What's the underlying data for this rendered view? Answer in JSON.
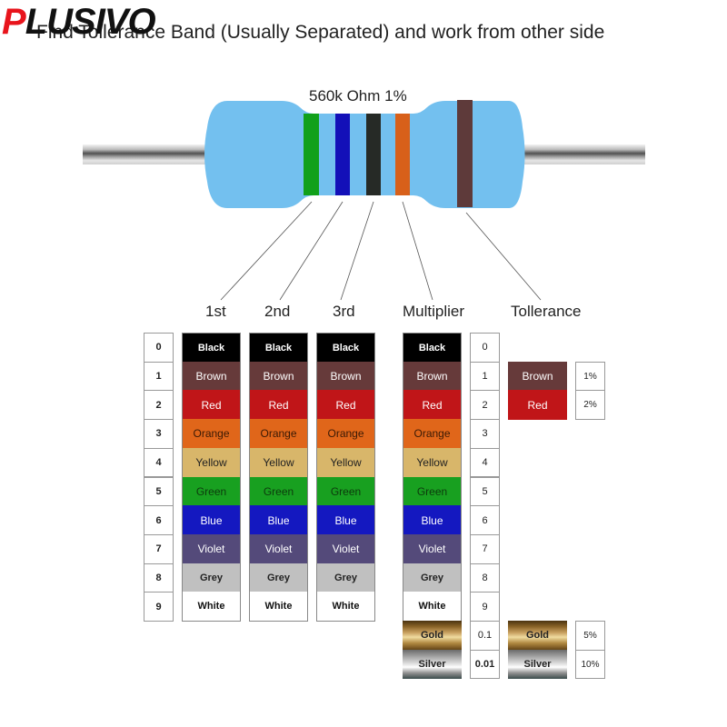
{
  "logo": {
    "first_letter": "P",
    "rest": "LUSIVO"
  },
  "heading": "Find Tollerance Band (Usually Separated) and work from other side",
  "resistor": {
    "value_label": "560k Ohm  1%",
    "body_color": "#73c0ef",
    "bands": [
      {
        "role": "1st",
        "color": "#11a01a"
      },
      {
        "role": "2nd",
        "color": "#1310b8"
      },
      {
        "role": "3rd",
        "color": "#262a26"
      },
      {
        "role": "Multiplier",
        "color": "#d8601a"
      },
      {
        "role": "Tolerance",
        "color": "#5e3a3a"
      }
    ]
  },
  "band_labels": [
    "1st",
    "2nd",
    "3rd",
    "Multiplier",
    "Tollerance"
  ],
  "digits": [
    "0",
    "1",
    "2",
    "3",
    "4",
    "5",
    "6",
    "7",
    "8",
    "9"
  ],
  "colors": [
    {
      "name": "Black",
      "bg": "#000000",
      "fg": "#ffffff",
      "bold": true
    },
    {
      "name": "Brown",
      "bg": "#663a3a",
      "fg": "#ffffff",
      "bold": false
    },
    {
      "name": "Red",
      "bg": "#c01518",
      "fg": "#ffffff",
      "bold": false
    },
    {
      "name": "Orange",
      "bg": "#e0661a",
      "fg": "#3a1a05",
      "bold": false
    },
    {
      "name": "Yellow",
      "bg": "#d8b66a",
      "fg": "#222222",
      "bold": false
    },
    {
      "name": "Green",
      "bg": "#18a020",
      "fg": "#0d3a0d",
      "bold": false
    },
    {
      "name": "Blue",
      "bg": "#1418c0",
      "fg": "#ffffff",
      "bold": false
    },
    {
      "name": "Violet",
      "bg": "#544a7a",
      "fg": "#ffffff",
      "bold": false
    },
    {
      "name": "Grey",
      "bg": "#c0c0c0",
      "fg": "#222222",
      "bold": true
    },
    {
      "name": "White",
      "bg": "#ffffff",
      "fg": "#111111",
      "bold": true
    }
  ],
  "multiplier": {
    "values": [
      "0",
      "1",
      "2",
      "3",
      "4",
      "5",
      "6",
      "7",
      "8",
      "9"
    ],
    "extra": [
      {
        "name": "Gold",
        "value": "0.1"
      },
      {
        "name": "Silver",
        "value": "0.01"
      }
    ]
  },
  "tolerance": [
    {
      "name": "Brown",
      "bg": "#663a3a",
      "value": "1%"
    },
    {
      "name": "Red",
      "bg": "#c01518",
      "value": "2%"
    },
    {
      "name": "Gold",
      "value": "5%"
    },
    {
      "name": "Silver",
      "value": "10%"
    }
  ]
}
